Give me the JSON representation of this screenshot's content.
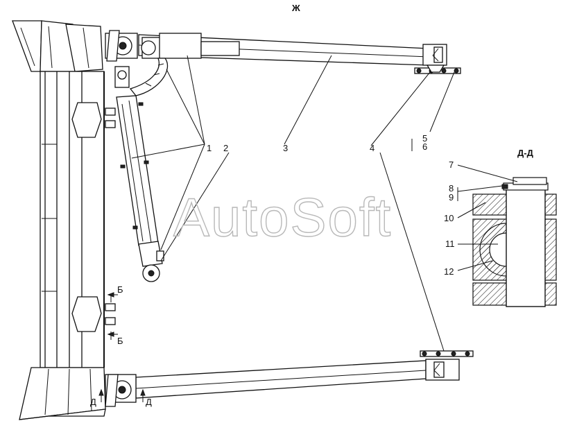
{
  "view_label": "Ж",
  "section_title": "Д-Д",
  "watermark": "AutoSoft",
  "callouts": {
    "c1": "1",
    "c2": "2",
    "c3": "3",
    "c4": "4",
    "c5": "5",
    "c6": "6",
    "c7": "7",
    "c8": "8",
    "c9": "9",
    "c10": "10",
    "c11": "11",
    "c12": "12"
  },
  "section_marks": {
    "b_upper": "Б",
    "b_lower": "Б",
    "d_left": "Д",
    "d_right": "Д"
  }
}
